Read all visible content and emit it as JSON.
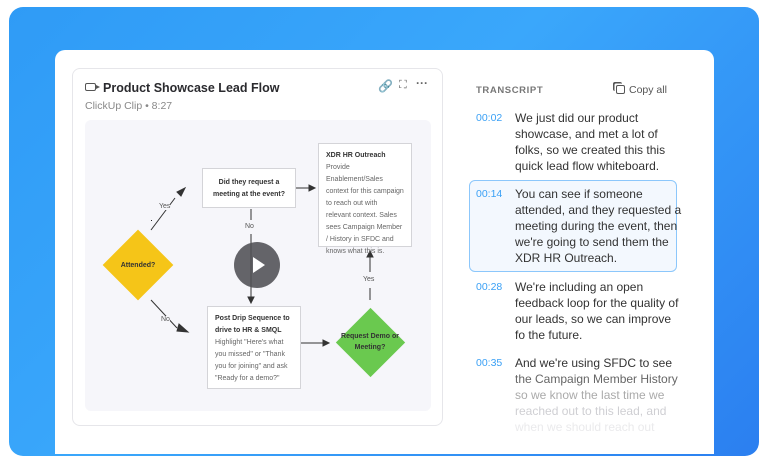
{
  "clip": {
    "title": "Product Showcase Lead Flow",
    "subtitle": "ClickUp Clip • 8:27",
    "icons": [
      "video-icon",
      "link-icon",
      "expand-icon",
      "more-icon"
    ]
  },
  "diagram": {
    "attended": "Attended?",
    "request_meeting": "Did they request a meeting at the event?",
    "xdr": {
      "title": "XDR HR Outreach",
      "body": "Provide Enablement/Sales context for this campaign to reach out with relevant context. Sales sees Campaign Member / History in SFDC and knows what this is."
    },
    "post_drip": {
      "title": "Post Drip Sequence to drive to HR & SMQL",
      "body": "Highlight \"Here's what you missed\" or \"Thank you for joining\" and ask \"Ready for a demo?\""
    },
    "request_demo": "Request Demo or Meeting?",
    "yes": "Yes",
    "no": "No",
    "colors": {
      "attended": "#f5c518",
      "request_demo": "#6ac94f"
    }
  },
  "transcript": {
    "heading": "TRANSCRIPT",
    "copy_all": "Copy all",
    "entries": [
      {
        "time": "00:02",
        "lines": [
          "We just did our product",
          "showcase, and met a lot of",
          "folks, so we created this this",
          "quick lead flow whiteboard."
        ]
      },
      {
        "time": "00:14",
        "lines": [
          "You can see if someone",
          "attended, and they requested a",
          "meeting during the event, then",
          "we're going to send them the",
          "XDR HR Outreach."
        ],
        "active": true
      },
      {
        "time": "00:28",
        "lines": [
          "We're including an open",
          "feedback loop for the quality of",
          "our leads, so we can improve",
          "fo the future."
        ]
      },
      {
        "time": "00:35",
        "lines": [
          "And we're using SFDC to see",
          "the Campaign Member History",
          "so we know the last time we",
          "reached out to this lead, and",
          "when we should reach out"
        ]
      }
    ]
  }
}
